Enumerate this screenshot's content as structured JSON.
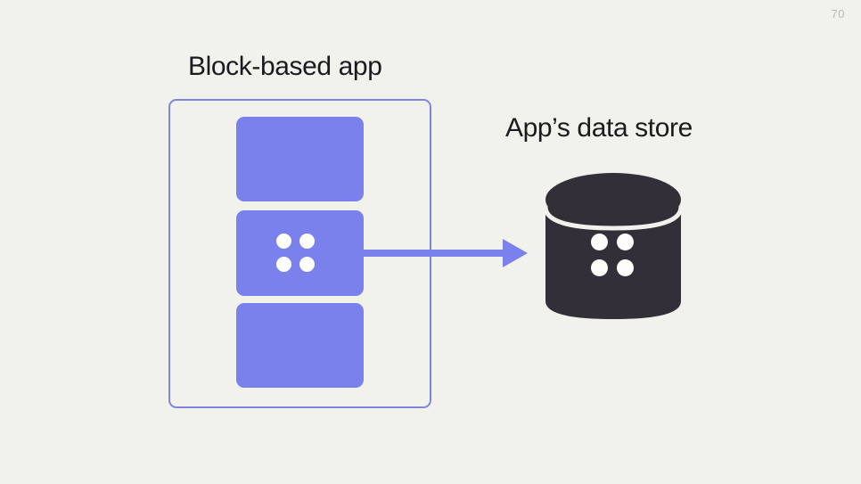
{
  "slide": {
    "page_number": "70",
    "background_color": "#f2f2ed"
  },
  "diagram": {
    "type": "flow",
    "left_group": {
      "title": "Block-based app",
      "container_border_color": "#8086e0",
      "block_color": "#7b81ec",
      "blocks": [
        {
          "name": "block-plain-top",
          "has_dots": false
        },
        {
          "name": "block-with-data",
          "has_dots": true,
          "dot_count": 4
        },
        {
          "name": "block-plain-bottom",
          "has_dots": false
        }
      ]
    },
    "connector": {
      "name": "data-flow-arrow",
      "color": "#7b81ec",
      "direction": "left-to-right"
    },
    "right_node": {
      "title": "App’s data store",
      "shape": "cylinder",
      "fill_color": "#332f38",
      "dot_color": "#fdfdfb",
      "dot_count": 4
    },
    "title_color": "#1b1a1f"
  }
}
